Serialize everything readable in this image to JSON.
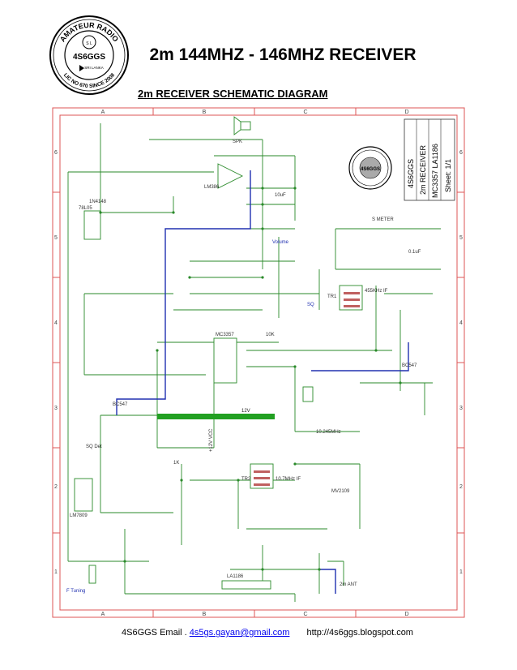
{
  "header": {
    "logo": {
      "ring_top": "AMATEUR RADIO",
      "ring_bottom": "LIC NO 670 SINCE 2008",
      "callsign": "4S6GGS",
      "country": "SRI LANKA"
    },
    "title": "2m 144MHZ - 146MHZ RECEIVER",
    "subtitle": "2m RECEIVER SCHEMATIC DIAGRAM"
  },
  "schematic": {
    "col_labels": [
      "A",
      "B",
      "C",
      "D"
    ],
    "row_labels": [
      "6",
      "5",
      "4",
      "3",
      "2",
      "1"
    ],
    "title_block": {
      "callsign": "4S6GGS",
      "name": "2m RECEIVER",
      "chips": "MC3357 LA1186",
      "sheet": "Sheet: 1/1"
    },
    "labels": {
      "speaker": "SPK",
      "volume": "Volume",
      "sq": "SQ",
      "smeter": "S METER",
      "ic_audio": "LM386",
      "ic_if": "MC3357",
      "ic_reg1": "78L05",
      "ic_reg2": "LM7809",
      "ic_rf": "LA1186",
      "crystal": "10.245MHz",
      "transformer1": "455KHz IF",
      "transformer2": "10.7MHz IF",
      "supply_12v": "+12V VCC",
      "power_rail": "12V",
      "sq_det": "SQ Det",
      "f_tuning": "F Tuning",
      "antenna": "2m ANT",
      "diode_1n4148": "1N4148",
      "bc547": "BC547",
      "mv2109": "MV2109",
      "tr1": "TR1",
      "tr2": "TR2",
      "c_10uf": "10uF",
      "c_100nf": "0.1uF",
      "r_10k": "10K",
      "r_1k": "1K"
    }
  },
  "footer": {
    "email_prefix": "4S6GGS Email .",
    "email": "4s5gs.gayan@gmail.com",
    "url": "http://4s6ggs.blogspot.com"
  }
}
